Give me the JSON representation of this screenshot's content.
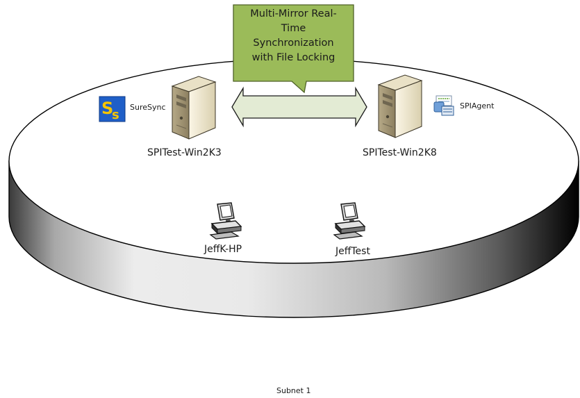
{
  "callout": {
    "lines": [
      "Multi-Mirror Real-",
      "Time",
      "Synchronization",
      "with File Locking"
    ],
    "fill": "#9bbb59",
    "stroke": "#4f6228"
  },
  "servers": [
    {
      "label": "SPITest-Win2K3",
      "app_label": "SureSync",
      "app_icon": "suresync-icon"
    },
    {
      "label": "SPITest-Win2K8",
      "app_label": "SPIAgent",
      "app_icon": "spiagent-icon"
    }
  ],
  "workstations": [
    {
      "label": "JeffK-HP"
    },
    {
      "label": "JeffTest"
    }
  ],
  "subnet": {
    "label": "Subnet 1"
  },
  "colors": {
    "disk_top": "#ffffff",
    "disk_edge_dark": "#000000",
    "arrow_fill": "#e3ebd4",
    "arrow_stroke": "#1a1a1a",
    "suresync_blue": "#1f5fc8",
    "suresync_yellow": "#f5c400"
  }
}
